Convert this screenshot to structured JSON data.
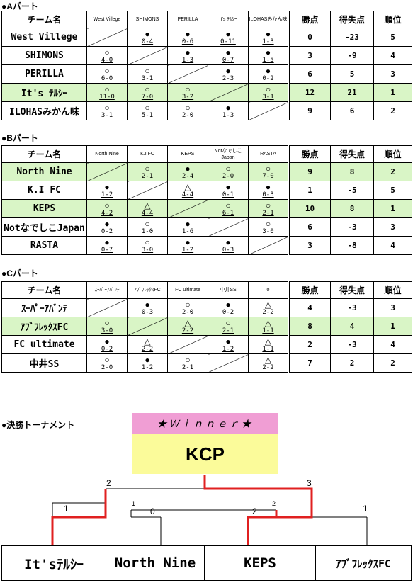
{
  "headers": {
    "team": "チーム名",
    "points": "勝点",
    "diff": "得失点",
    "rank": "順位"
  },
  "symbols": {
    "win": "○",
    "loss": "●",
    "draw": "△"
  },
  "groups": [
    {
      "title": "●Aパート",
      "cols": [
        "West Villege",
        "SHIMONS",
        "PERILLA",
        "It's ﾃﾙｼｰ",
        "ILOHASみかん味"
      ],
      "rows": [
        {
          "team": "West Villege",
          "res": [
            null,
            {
              "m": "loss",
              "s": "0-4"
            },
            {
              "m": "loss",
              "s": "0-6"
            },
            {
              "m": "loss",
              "s": "0-11"
            },
            {
              "m": "loss",
              "s": "1-3"
            }
          ],
          "pts": "0",
          "diff": "-23",
          "rank": "5",
          "hl": false
        },
        {
          "team": "SHIMONS",
          "res": [
            {
              "m": "win",
              "s": "4-0"
            },
            null,
            {
              "m": "loss",
              "s": "1-3"
            },
            {
              "m": "loss",
              "s": "0-7"
            },
            {
              "m": "loss",
              "s": "1-5"
            }
          ],
          "pts": "3",
          "diff": "-9",
          "rank": "4",
          "hl": false
        },
        {
          "team": "PERILLA",
          "res": [
            {
              "m": "win",
              "s": "6-0"
            },
            {
              "m": "win",
              "s": "3-1"
            },
            null,
            {
              "m": "loss",
              "s": "2-3"
            },
            {
              "m": "loss",
              "s": "0-2"
            }
          ],
          "pts": "6",
          "diff": "5",
          "rank": "3",
          "hl": false
        },
        {
          "team": "It's ﾃﾙｼｰ",
          "res": [
            {
              "m": "win",
              "s": "11-0"
            },
            {
              "m": "win",
              "s": "7-0"
            },
            {
              "m": "win",
              "s": "3-2"
            },
            null,
            {
              "m": "win",
              "s": "3-1"
            }
          ],
          "pts": "12",
          "diff": "21",
          "rank": "1",
          "hl": true
        },
        {
          "team": "ILOHASみかん味",
          "res": [
            {
              "m": "win",
              "s": "3-1"
            },
            {
              "m": "win",
              "s": "5-1"
            },
            {
              "m": "win",
              "s": "2-0"
            },
            {
              "m": "loss",
              "s": "1-3"
            },
            null
          ],
          "pts": "9",
          "diff": "6",
          "rank": "2",
          "hl": false
        }
      ]
    },
    {
      "title": "●Bパート",
      "cols": [
        "North Nine",
        "K.I FC",
        "KEPS",
        "Notなでしこ Japan",
        "RASTA"
      ],
      "rows": [
        {
          "team": "North Nine",
          "res": [
            null,
            {
              "m": "win",
              "s": "2-1"
            },
            {
              "m": "loss",
              "s": "2-4"
            },
            {
              "m": "win",
              "s": "2-0"
            },
            {
              "m": "win",
              "s": "7-0"
            }
          ],
          "pts": "9",
          "diff": "8",
          "rank": "2",
          "hl": true
        },
        {
          "team": "K.I FC",
          "res": [
            {
              "m": "loss",
              "s": "1-2"
            },
            null,
            {
              "m": "draw",
              "s": "4-4"
            },
            {
              "m": "loss",
              "s": "0-1"
            },
            {
              "m": "loss",
              "s": "0-3"
            }
          ],
          "pts": "1",
          "diff": "-5",
          "rank": "5",
          "hl": false
        },
        {
          "team": "KEPS",
          "res": [
            {
              "m": "win",
              "s": "4-2"
            },
            {
              "m": "draw",
              "s": "4-4"
            },
            null,
            {
              "m": "win",
              "s": "6-1"
            },
            {
              "m": "win",
              "s": "2-1"
            }
          ],
          "pts": "10",
          "diff": "8",
          "rank": "1",
          "hl": true
        },
        {
          "team": "NotなでしこJapan",
          "res": [
            {
              "m": "loss",
              "s": "0-2"
            },
            {
              "m": "win",
              "s": "1-0"
            },
            {
              "m": "loss",
              "s": "1-6"
            },
            null,
            {
              "m": "win",
              "s": "3-0"
            }
          ],
          "pts": "6",
          "diff": "-3",
          "rank": "3",
          "hl": false
        },
        {
          "team": "RASTA",
          "res": [
            {
              "m": "loss",
              "s": "0-7"
            },
            {
              "m": "win",
              "s": "3-0"
            },
            {
              "m": "loss",
              "s": "1-2"
            },
            {
              "m": "loss",
              "s": "0-3"
            },
            null
          ],
          "pts": "3",
          "diff": "-8",
          "rank": "4",
          "hl": false
        }
      ]
    },
    {
      "title": "●Cパート",
      "cols": [
        "ｽｰﾊﾟｰｱﾊﾞﾝﾃ",
        "ｱﾌﾞﾌﾚｯｸｽFC",
        "FC ultimate",
        "中井SS",
        "0"
      ],
      "rows": [
        {
          "team": "ｽｰﾊﾟｰｱﾊﾞﾝﾃ",
          "res": [
            null,
            {
              "m": "loss",
              "s": "0-3"
            },
            {
              "m": "win",
              "s": "2-0"
            },
            {
              "m": "loss",
              "s": "0-2"
            },
            {
              "m": "draw",
              "s": "2-2"
            }
          ],
          "pts": "4",
          "diff": "-3",
          "rank": "3",
          "hl": false
        },
        {
          "team": "ｱﾌﾞﾌﾚｯｸｽFC",
          "res": [
            {
              "m": "win",
              "s": "3-0"
            },
            null,
            {
              "m": "draw",
              "s": "2-2"
            },
            {
              "m": "win",
              "s": "2-1"
            },
            {
              "m": "draw",
              "s": "1-1"
            }
          ],
          "pts": "8",
          "diff": "4",
          "rank": "1",
          "hl": true
        },
        {
          "team": "FC ultimate",
          "res": [
            {
              "m": "loss",
              "s": "0-2"
            },
            {
              "m": "draw",
              "s": "2-2"
            },
            null,
            {
              "m": "loss",
              "s": "1-2"
            },
            {
              "m": "draw",
              "s": "1-1"
            }
          ],
          "pts": "2",
          "diff": "-3",
          "rank": "4",
          "hl": false
        },
        {
          "team": "中井SS",
          "res": [
            {
              "m": "win",
              "s": "2-0"
            },
            {
              "m": "loss",
              "s": "1-2"
            },
            {
              "m": "win",
              "s": "2-1"
            },
            null,
            {
              "m": "draw",
              "s": "2-2"
            }
          ],
          "pts": "7",
          "diff": "2",
          "rank": "2",
          "hl": false
        }
      ]
    }
  ],
  "tournament": {
    "title": "●決勝トーナメント",
    "winner_label": "★Ｗｉｎｎｅｒ★",
    "champion": "KCP",
    "teams": [
      "It'sﾃﾙｼｰ",
      "North Nine",
      "KEPS",
      "ｱﾌﾞﾌﾚｯｸｽFC"
    ],
    "scores": {
      "r1_left": "1",
      "r1_it": "0",
      "r1_keps_a": "2",
      "r1_keps_b": "2",
      "r1_right": "1",
      "sf_top_left": "1",
      "final_left": "2",
      "final_right": "3"
    },
    "win_color": "#e02020"
  }
}
